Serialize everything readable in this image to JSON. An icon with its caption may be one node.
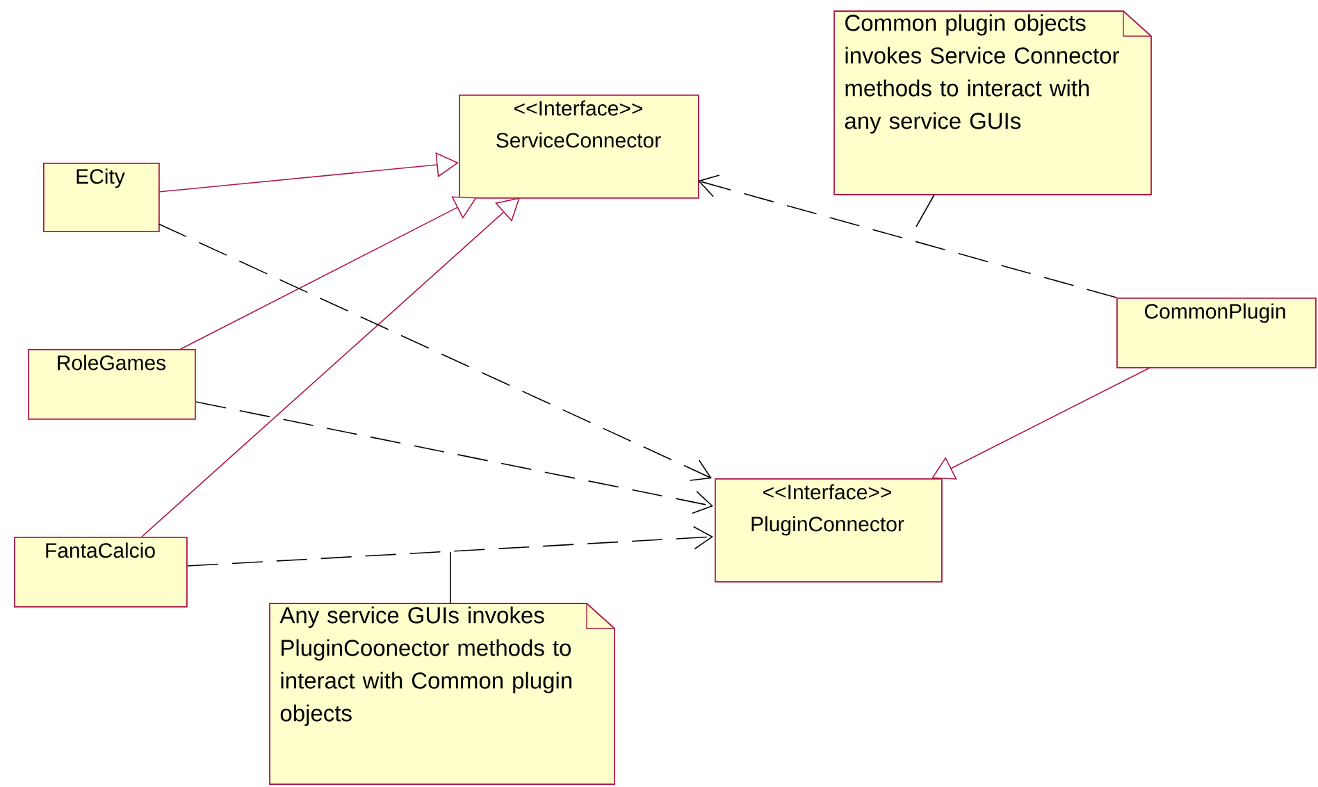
{
  "diagram": {
    "nodes": [
      {
        "text": [
          "<<Interface>>",
          "ServiceConnector"
        ]
      },
      {
        "text": [
          "Common plugin objects invokes Service Connector methods to interact with any service GUIs"
        ]
      },
      {
        "text": [
          "ECity"
        ]
      },
      {
        "text": [
          "CommonPlugin"
        ]
      },
      {
        "text": [
          "RoleGames"
        ]
      },
      {
        "text": [
          "<<Interface>>",
          "PluginConnector"
        ]
      },
      {
        "text": [
          "FantaCalcio"
        ]
      },
      {
        "text": [
          "Any service GUIs invokes PluginCoonector methods to interact with Common plugin objects"
        ]
      }
    ],
    "edges": [
      {
        "from": 2,
        "to": 0,
        "arrow": "to",
        "color": "#b0174a"
      },
      {
        "from": 4,
        "to": 0,
        "arrow": "to",
        "color": "#b0174a"
      },
      {
        "from": 6,
        "to": 0,
        "arrow": "to",
        "color": "#b0174a"
      },
      {
        "from": 3,
        "to": 5,
        "arrow": "to",
        "color": "#b0174a"
      },
      {
        "from": 2,
        "to": 5,
        "arrow": "to",
        "style": "dashed"
      },
      {
        "from": 4,
        "to": 5,
        "arrow": "to",
        "style": "dashed"
      },
      {
        "from": 6,
        "to": 5,
        "arrow": "to",
        "style": "dashed"
      },
      {
        "from": 3,
        "to": 0,
        "arrow": "to",
        "style": "dashed"
      },
      {
        "from": 1,
        "to": null,
        "arrow": "none"
      },
      {
        "from": 7,
        "to": null,
        "arrow": "none"
      }
    ]
  }
}
